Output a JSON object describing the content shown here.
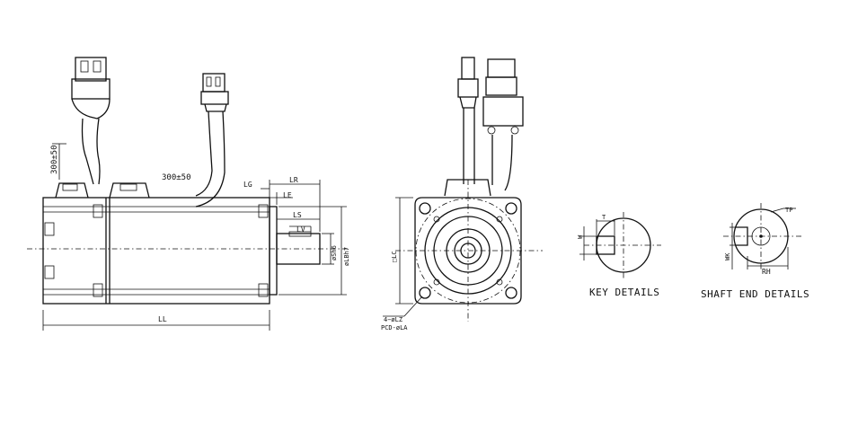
{
  "labels": {
    "cable_length_side": "300±50",
    "cable_length_top": "300±50",
    "lg": "LG",
    "lr": "LR",
    "le": "LE",
    "ls": "LS",
    "lv": "LV",
    "s_dia": "øSh6",
    "lb_dia": "øLBh7",
    "ll": "LL",
    "lc": "□LC",
    "holes": "4−øLZ",
    "pcd": "PCD-øLA",
    "w": "W",
    "t": "T",
    "tp": "TP",
    "wk": "WK",
    "rh": "RH",
    "key_details": "KEY DETAILS",
    "shaft_end_details": "SHAFT END DETAILS"
  }
}
